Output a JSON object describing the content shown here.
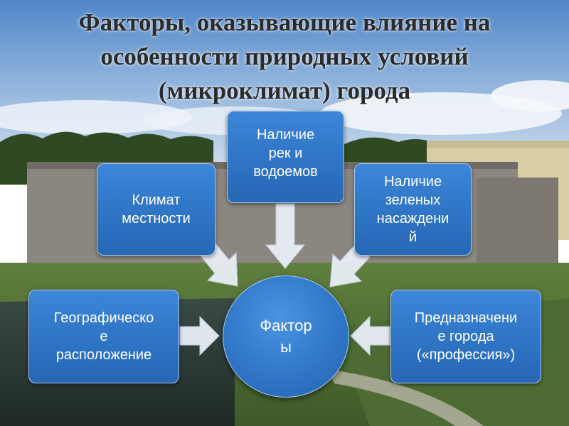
{
  "title": {
    "line1": "Факторы, оказывающие влияние на",
    "line2": "особенности природных условий",
    "line3": "(микроклимат) города"
  },
  "center": {
    "line1": "Фактор",
    "line2": "ы"
  },
  "factors": [
    {
      "line1": "Климат",
      "line2": "местности"
    },
    {
      "line1": "Наличие",
      "line2": "рек и",
      "line3": "водоемов"
    },
    {
      "line1": "Наличие",
      "line2": "зеленых",
      "line3": "насаждени",
      "line4": "й"
    },
    {
      "line1": "Географическо",
      "line2": "е",
      "line3": "расположение"
    },
    {
      "line1": "Предназначени",
      "line2": "е города",
      "line3": "(«профессия»)"
    }
  ],
  "colors": {
    "box_fill": "#2f74c5",
    "box_border": "#a9c9ef",
    "arrow_fill": "#e9eef6",
    "title_text": "#2b2b2b",
    "box_text": "#ffffff"
  }
}
